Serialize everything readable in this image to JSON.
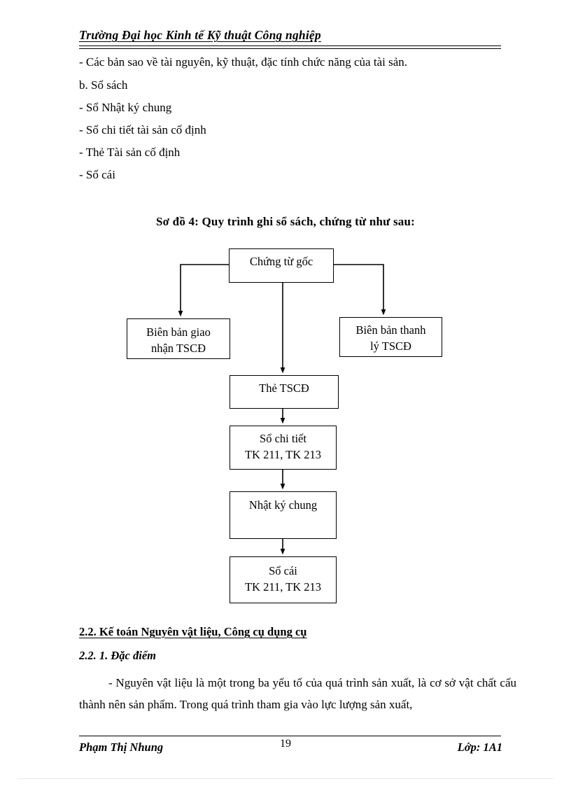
{
  "header": {
    "title": "Trường Đại học Kinh tế Kỹ thuật Công nghiệp"
  },
  "body_lines": [
    {
      "text": "- Các bản sao về tài nguyên, kỹ thuật, đặc tính chức năng của tài sản."
    },
    {
      "text": "b. Sổ sách"
    },
    {
      "text": "- Sổ Nhật ký chung"
    },
    {
      "text": "- Sổ chi tiết tài sản cố định"
    },
    {
      "text": "- Thẻ Tài sản cố định"
    },
    {
      "text": "- Sổ cái"
    }
  ],
  "diagram": {
    "title": "Sơ đồ 4: Quy trình ghi sổ sách, chứng từ như sau:",
    "nodes": [
      {
        "id": "chung-tu-goc",
        "lines": [
          "Chứng từ gốc"
        ]
      },
      {
        "id": "bien-ban-giao-nhan",
        "lines": [
          "Biên bản giao",
          "nhận TSCĐ"
        ]
      },
      {
        "id": "bien-ban-thanh-ly",
        "lines": [
          "Biên  bản thanh",
          "lý TSCĐ"
        ]
      },
      {
        "id": "the-tscd",
        "lines": [
          "Thẻ TSCĐ"
        ]
      },
      {
        "id": "so-chi-tiet",
        "lines": [
          "Sổ chi tiết",
          "TK 211, TK 213"
        ]
      },
      {
        "id": "nhat-ky-chung",
        "lines": [
          "Nhật ký chung"
        ]
      },
      {
        "id": "so-cai",
        "lines": [
          "Sổ cái",
          "TK 211, TK 213"
        ]
      }
    ]
  },
  "sections": {
    "heading_main": "2.2. Kế toán Nguyên vật liệu, Công cụ dụng cụ",
    "heading_sub": "2.2. 1. Đặc điểm",
    "paragraph": "- Nguyên vật liệu là một trong ba yếu tố của quá trình sản xuất, là cơ sở vật chất cấu thành nên sản phẩm. Trong quá trình tham gia vào lực lượng sản xuất,"
  },
  "footer": {
    "author": "Phạm Thị Nhung",
    "page_number": "19",
    "class": "Lớp: 1A1"
  }
}
